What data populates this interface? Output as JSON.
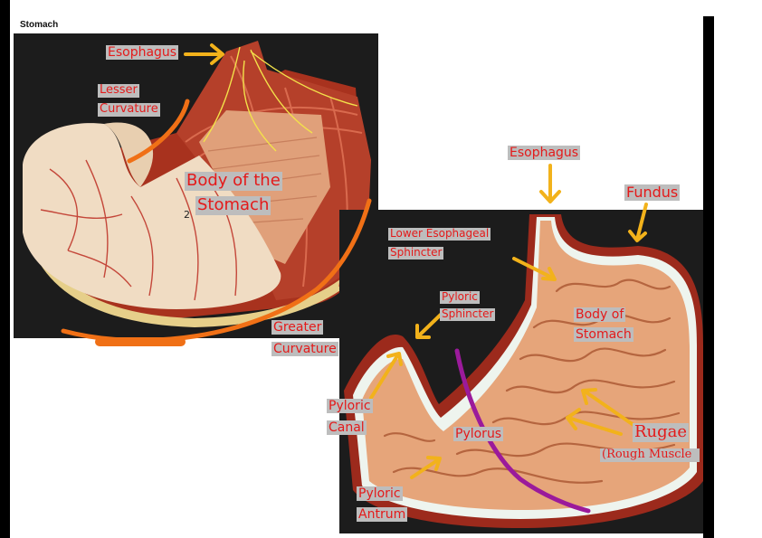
{
  "page": {
    "title": "Stomach"
  },
  "colors": {
    "label_text": "#e41a1a",
    "label_bg": "#bdbdbd",
    "arrow": "#f2b21b",
    "orange_marker": "#f07016",
    "purple_marker": "#9b1a9b"
  },
  "left_photo": {
    "labels": {
      "esophagus": "Esophagus",
      "lesser_curvature_1": "Lesser",
      "lesser_curvature_2": "Curvature",
      "body_1": "Body of the",
      "body_2": "Stomach",
      "greater_curvature_1": "Greater",
      "greater_curvature_2": "Curvature"
    },
    "marker": "2"
  },
  "right_photo": {
    "labels": {
      "esophagus": "Esophagus",
      "fundus": "Fundus",
      "les_1": "Lower Esophageal",
      "les_2": "Sphincter",
      "pyloric_sphincter_1": "Pyloric",
      "pyloric_sphincter_2": "Sphincter",
      "body_1": "Body of",
      "body_2": "Stomach",
      "pyloric_canal_1": "Pyloric",
      "pyloric_canal_2": "Canal",
      "pylorus": "Pylorus",
      "rugae_1": "Rugae",
      "rugae_2": "(Rough Muscle",
      "pyloric_antrum_1": "Pyloric",
      "pyloric_antrum_2": "Antrum"
    }
  }
}
